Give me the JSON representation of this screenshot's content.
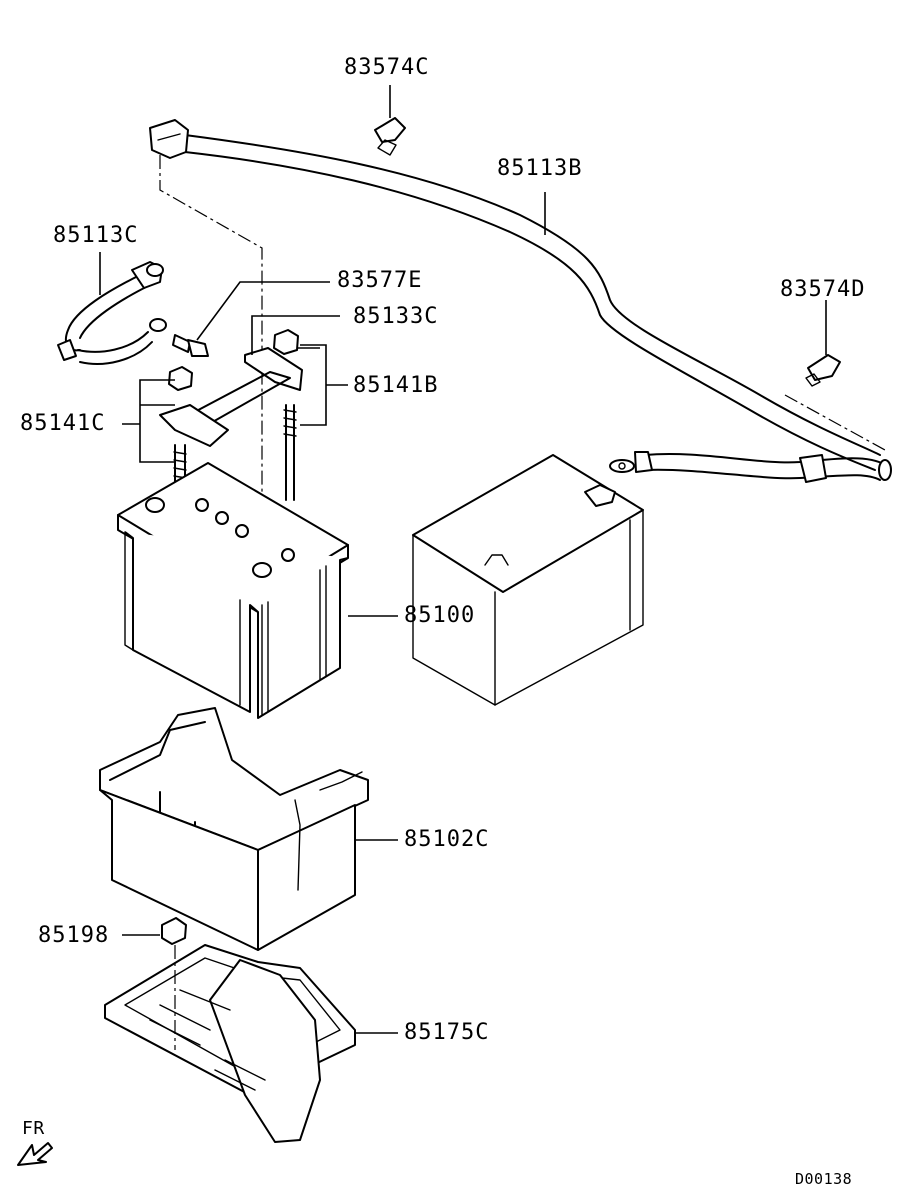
{
  "labels": {
    "p83574C": "83574C",
    "p85113B": "85113B",
    "p85113C": "85113C",
    "p83577E": "83577E",
    "p85133C": "85133C",
    "p83574D": "83574D",
    "p85141B": "85141B",
    "p85141C": "85141C",
    "p85100": "85100",
    "p85102C": "85102C",
    "p85198": "85198",
    "p85175C": "85175C"
  },
  "direction_marker": "FR",
  "diagram_code": "D00138"
}
